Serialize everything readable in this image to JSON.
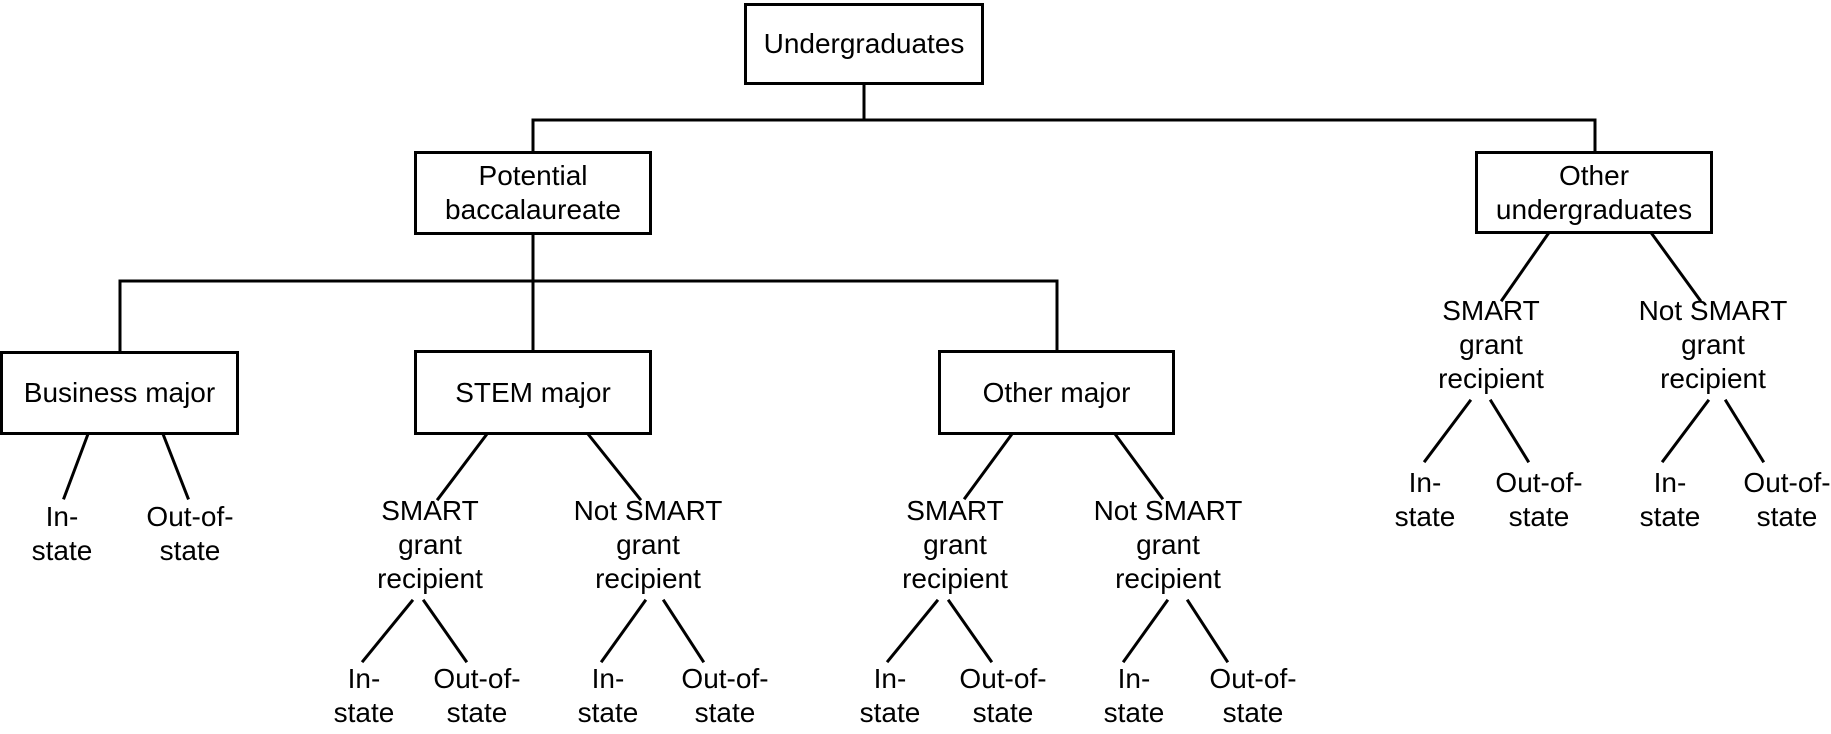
{
  "diagram": {
    "type": "tree",
    "colors": {
      "background": "#ffffff",
      "line": "#000000",
      "text": "#000000",
      "box_border": "#000000",
      "box_fill": "#ffffff"
    }
  },
  "tree": {
    "label": "Undergraduates",
    "children": [
      {
        "label": "Potential\nbaccalaureate",
        "children": [
          {
            "label": "Business major",
            "children": [
              {
                "label": "In-\nstate"
              },
              {
                "label": "Out-of-\nstate"
              }
            ]
          },
          {
            "label": "STEM major",
            "children": [
              {
                "label": "SMART\ngrant\nrecipient",
                "children": [
                  {
                    "label": "In-\nstate"
                  },
                  {
                    "label": "Out-of-\nstate"
                  }
                ]
              },
              {
                "label": "Not SMART\ngrant\nrecipient",
                "children": [
                  {
                    "label": "In-\nstate"
                  },
                  {
                    "label": "Out-of-\nstate"
                  }
                ]
              }
            ]
          },
          {
            "label": "Other major",
            "children": [
              {
                "label": "SMART\ngrant\nrecipient",
                "children": [
                  {
                    "label": "In-\nstate"
                  },
                  {
                    "label": "Out-of-\nstate"
                  }
                ]
              },
              {
                "label": "Not SMART\ngrant\nrecipient",
                "children": [
                  {
                    "label": "In-\nstate"
                  },
                  {
                    "label": "Out-of-\nstate"
                  }
                ]
              }
            ]
          }
        ]
      },
      {
        "label": "Other\nundergraduates",
        "children": [
          {
            "label": "SMART\ngrant\nrecipient",
            "children": [
              {
                "label": "In-\nstate"
              },
              {
                "label": "Out-of-\nstate"
              }
            ]
          },
          {
            "label": "Not SMART\ngrant\nrecipient",
            "children": [
              {
                "label": "In-\nstate"
              },
              {
                "label": "Out-of-\nstate"
              }
            ]
          }
        ]
      }
    ]
  }
}
